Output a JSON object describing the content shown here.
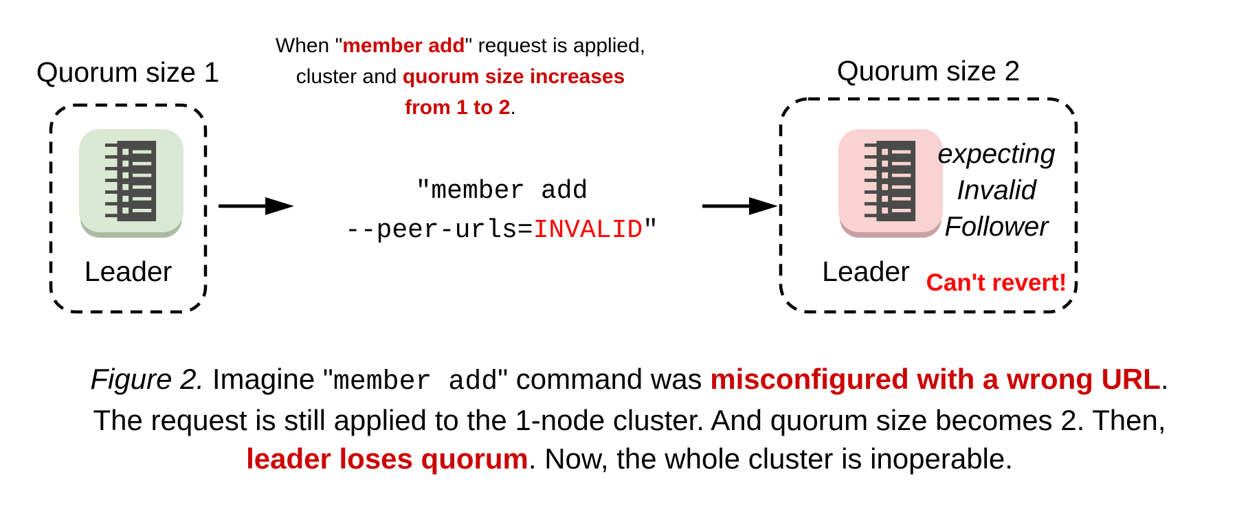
{
  "left_cluster": {
    "title": "Quorum size 1",
    "node_label": "Leader"
  },
  "right_cluster": {
    "title": "Quorum size 2",
    "node_label": "Leader",
    "expecting_line1": "expecting",
    "expecting_line2": "Invalid",
    "expecting_line3": "Follower",
    "warning": "Can't revert!"
  },
  "annotation": {
    "l1a": "When \"",
    "l1b": "member add",
    "l1c": "\" request is applied,",
    "l2a": "cluster and ",
    "l2b": "quorum size increases",
    "l3a": "from 1 to 2",
    "l3b": "."
  },
  "command": {
    "line1": "\"member add",
    "line2_prefix": "--peer-urls=",
    "line2_red": "INVALID",
    "line2_suffix": "\""
  },
  "caption": {
    "fig": "Figure 2.",
    "seg1": " Imagine \"",
    "mono": "member add",
    "seg2": "\" command was ",
    "red1": "misconfigured with a wrong URL",
    "seg3": ".",
    "line2": "The request is still applied to the 1-node cluster. And quorum size becomes 2. Then,",
    "red2": "leader loses quorum",
    "seg4": ". Now, the whole cluster is inoperable."
  },
  "icons": {
    "server": "server-list-icon",
    "arrow": "arrow-right-icon"
  },
  "colors": {
    "red-dark": "#cc0000",
    "red-bright": "#ff0000",
    "ink": "#000000",
    "icon-dark": "#4b4b49",
    "green-bg": "#d9e8d3",
    "green-base": "#a9bca3",
    "pink-bg": "#f8d3d2",
    "pink-base": "#c7a1a0"
  }
}
